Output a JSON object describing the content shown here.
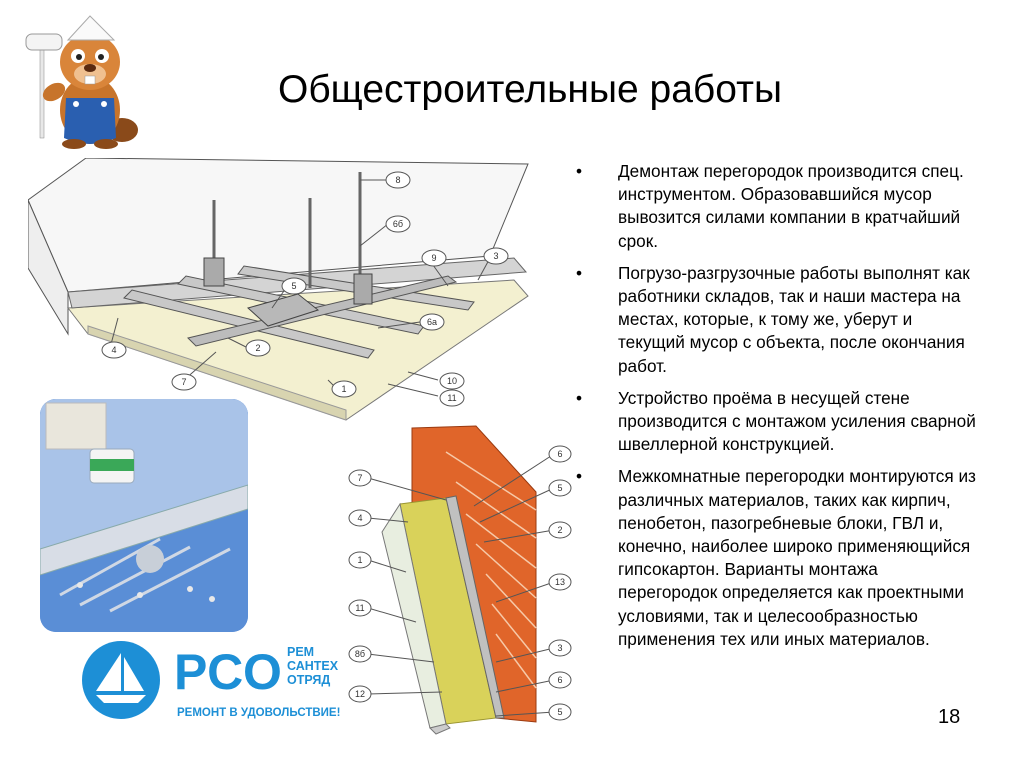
{
  "slide": {
    "title": "Общестроительные работы",
    "page_number": "18",
    "bullets": [
      "Демонтаж перегородок производится спец. инструментом. Образовавшийся мусор вывозится силами компании в кратчайший срок.",
      "Погрузо-разгрузочные работы выполнят как работники складов, так и наши мастера на местах, которые, к тому же, уберут и текущий мусор с объекта, после окончания работ.",
      "Устройство проёма в несущей стене производится с монтажом усиления сварной швеллерной конструкцией.",
      "Межкомнатные перегородки монтируются из различных материалов, таких как кирпич, пенобетон, пазогребневые блоки, ГВЛ и, конечно, наиболее широко применяющийся гипсокартон. Варианты монтажа перегородок определяется как проектными условиями, так и целесообразностью применения тех или иных материалов."
    ],
    "bullet_glyph": "•"
  },
  "ceiling_diagram": {
    "callouts": [
      "8",
      "6б",
      "9",
      "3",
      "5",
      "6а",
      "4",
      "2",
      "7",
      "1",
      "10",
      "11"
    ]
  },
  "wall_diagram": {
    "callouts_left": [
      "7",
      "4",
      "1",
      "11",
      "8б",
      "12"
    ],
    "callouts_right": [
      "6",
      "5",
      "2",
      "13",
      "3",
      "6",
      "5"
    ]
  },
  "logo": {
    "name": "РСО",
    "subtitle_lines": [
      "РЕМ",
      "САНТЕХ",
      "ОТРЯД"
    ],
    "slogan": "РЕМОНТ В УДОВОЛЬСТВИЕ!",
    "color": "#1d8fd6"
  },
  "colors": {
    "brick": "#e0652a",
    "insulation": "#d9d25a",
    "board": "#e8eee0",
    "photo_bg": "#5a8ed6"
  },
  "icons": [
    "beaver-mascot-icon",
    "paint-roller-icon",
    "sailboat-icon"
  ]
}
